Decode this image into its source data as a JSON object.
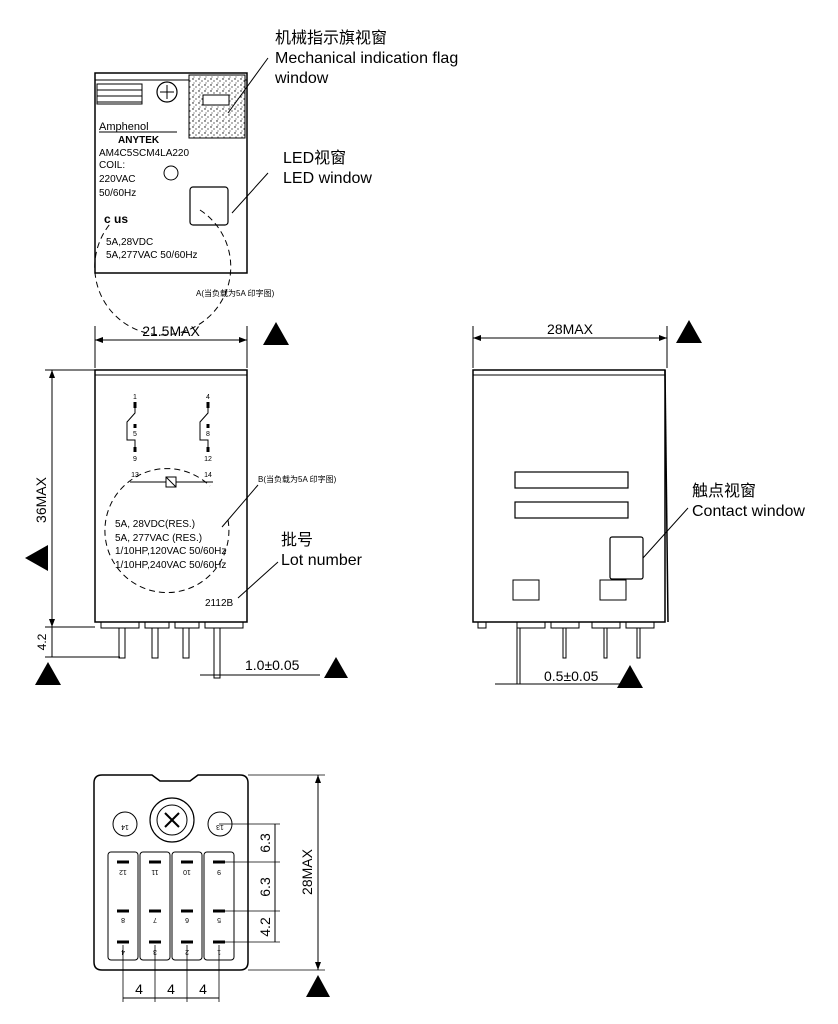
{
  "callouts": {
    "flag_cn": "机械指示旗视窗",
    "flag_en": "Mechanical indication flag",
    "flag_en2": "window",
    "led_cn": "LED视窗",
    "led_en": "LED window",
    "contact_cn": "触点视窗",
    "contact_en": "Contact window",
    "lot_cn": "批号",
    "lot_en": "Lot number"
  },
  "label": {
    "brand": "Amphenol",
    "sub": "ANYTEK",
    "model": "AM4C5SCM4LA220",
    "coil": "COIL:",
    "voltage": "220VAC",
    "freq": "50/60Hz",
    "cert": "c  us",
    "rating1": "5A,28VDC",
    "rating2": "5A,277VAC 50/60Hz",
    "note_a": "A(当负载为5A  印字图)"
  },
  "front": {
    "width_dim": "21.5MAX",
    "height_dim": "36MAX",
    "pin_dim": "4.2",
    "pin_thk": "1.0±0.05",
    "pins": [
      "1",
      "4",
      "5",
      "8",
      "9",
      "12",
      "13",
      "14"
    ],
    "note_b": "B(当负载为5A  印字图)",
    "ratings": [
      "5A, 28VDC(RES.)",
      "5A, 277VAC (RES.)",
      "1/10HP,120VAC 50/60Hz",
      "1/10HP,240VAC 50/60Hz"
    ],
    "lot": "2112B"
  },
  "side": {
    "width_dim": "28MAX",
    "pin_thk": "0.5±0.05"
  },
  "bottom": {
    "height_dim": "28MAX",
    "row_dims": [
      "6.3",
      "6.3",
      "4.2"
    ],
    "col_dims": [
      "4",
      "4",
      "4"
    ],
    "top_pins": [
      "14",
      "13"
    ],
    "pins_row1": [
      "12",
      "11",
      "10",
      "9"
    ],
    "pins_row2": [
      "8",
      "7",
      "6",
      "5"
    ],
    "pins_row3": [
      "4",
      "3",
      "2",
      "1"
    ]
  }
}
